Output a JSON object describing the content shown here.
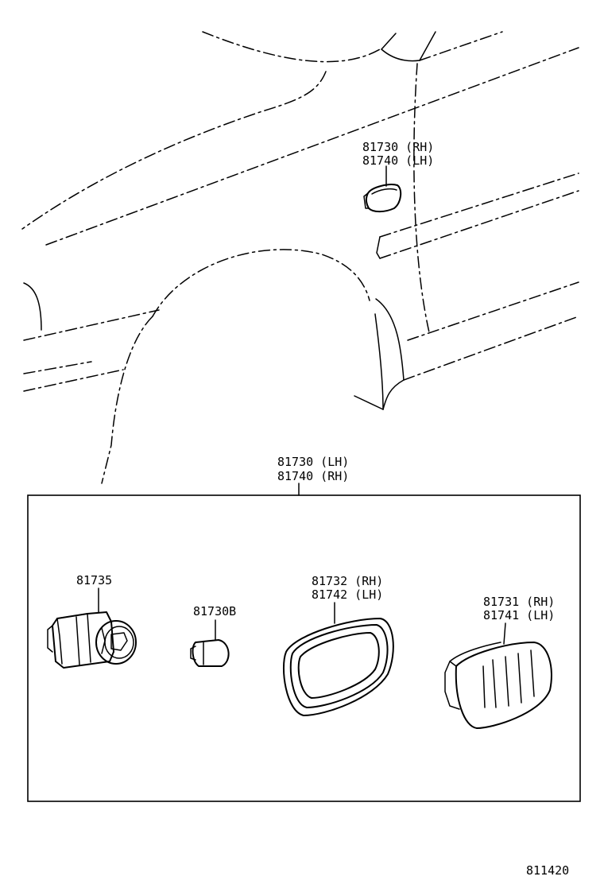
{
  "diagram_id": "811420",
  "callouts": {
    "car_lamp": {
      "line1": "81730 (RH)",
      "line2": "81740 (LH)"
    },
    "assembly": {
      "line1": "81730 (LH)",
      "line2": "81740 (RH)"
    },
    "socket": {
      "line1": "81735"
    },
    "bulb": {
      "line1": "81730B"
    },
    "gasket": {
      "line1": "81732 (RH)",
      "line2": "81742 (LH)"
    },
    "lens": {
      "line1": "81731 (RH)",
      "line2": "81741 (LH)"
    }
  }
}
